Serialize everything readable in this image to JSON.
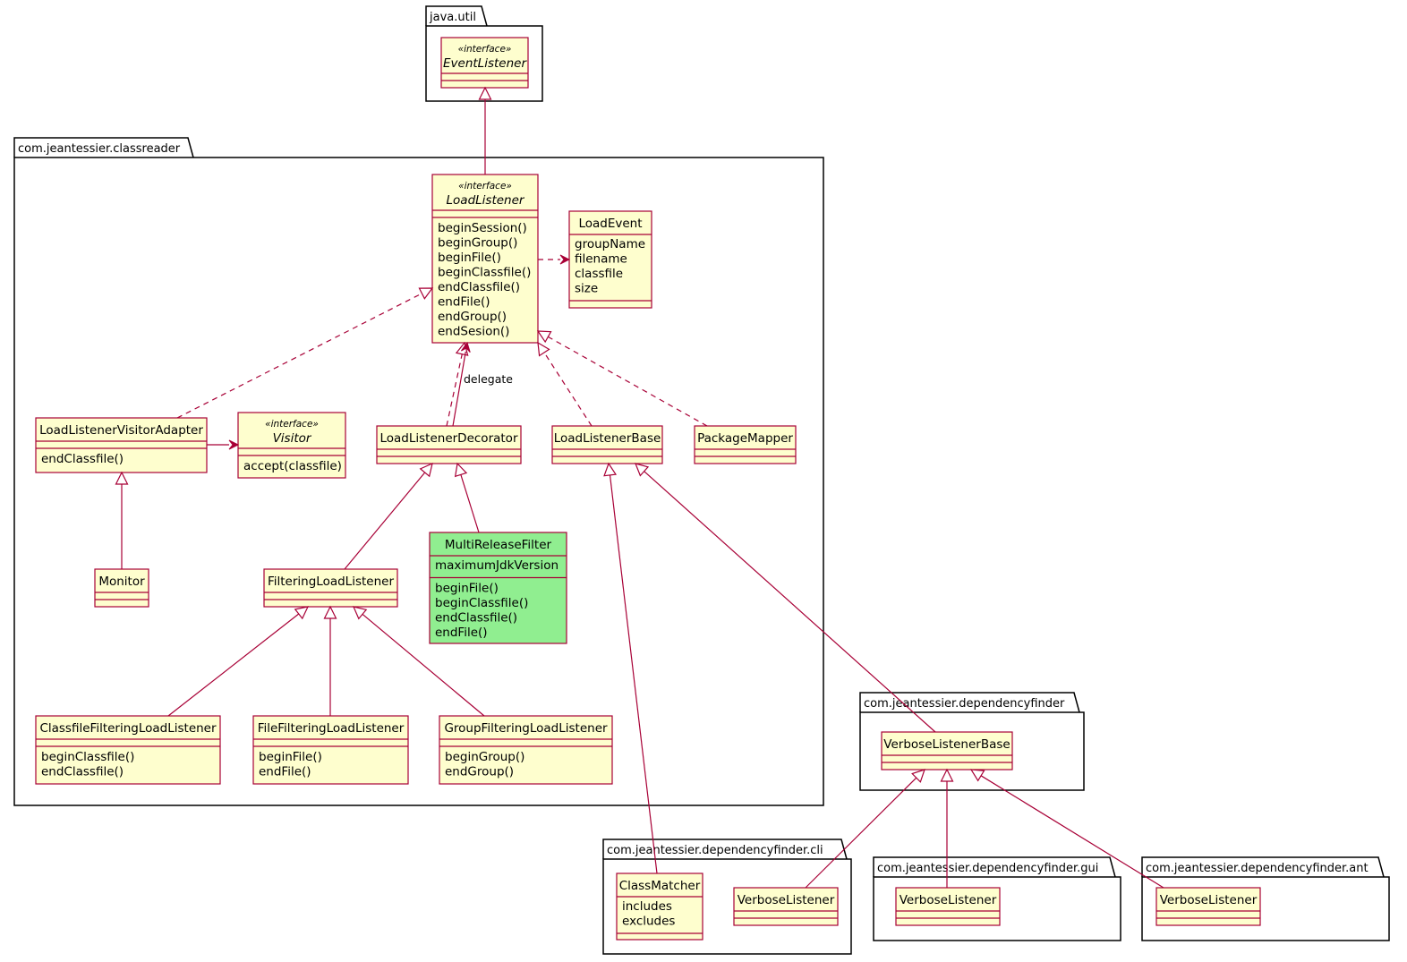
{
  "colors": {
    "class_fill": "#fefece",
    "highlight_fill": "#90ee90",
    "border": "#a80036",
    "package_border": "#000000"
  },
  "packages": [
    {
      "id": "java-util",
      "name": "java.util"
    },
    {
      "id": "classreader",
      "name": "com.jeantessier.classreader"
    },
    {
      "id": "dependencyfinder",
      "name": "com.jeantessier.dependencyfinder"
    },
    {
      "id": "cli",
      "name": "com.jeantessier.dependencyfinder.cli"
    },
    {
      "id": "gui",
      "name": "com.jeantessier.dependencyfinder.gui"
    },
    {
      "id": "ant",
      "name": "com.jeantessier.dependencyfinder.ant"
    }
  ],
  "classes": [
    {
      "id": "event-listener",
      "name": "EventListener",
      "stereotype": "«interface»",
      "italic": true,
      "fields": [],
      "methods": []
    },
    {
      "id": "load-listener",
      "name": "LoadListener",
      "stereotype": "«interface»",
      "italic": true,
      "fields": [],
      "methods": [
        "beginSession()",
        "beginGroup()",
        "beginFile()",
        "beginClassfile()",
        "endClassfile()",
        "endFile()",
        "endGroup()",
        "endSesion()"
      ]
    },
    {
      "id": "load-event",
      "name": "LoadEvent",
      "fields": [
        "groupName",
        "filename",
        "classfile",
        "size"
      ],
      "methods": []
    },
    {
      "id": "visitor-adapter",
      "name": "LoadListenerVisitorAdapter",
      "fields": [],
      "methods": [
        "endClassfile()"
      ]
    },
    {
      "id": "visitor",
      "name": "Visitor",
      "stereotype": "«interface»",
      "italic": true,
      "fields": [],
      "methods": [
        "accept(classfile)"
      ]
    },
    {
      "id": "decorator",
      "name": "LoadListenerDecorator",
      "fields": [],
      "methods": []
    },
    {
      "id": "listener-base",
      "name": "LoadListenerBase",
      "fields": [],
      "methods": []
    },
    {
      "id": "package-mapper",
      "name": "PackageMapper",
      "fields": [],
      "methods": []
    },
    {
      "id": "monitor",
      "name": "Monitor",
      "fields": [],
      "methods": []
    },
    {
      "id": "filtering",
      "name": "FilteringLoadListener",
      "fields": [],
      "methods": []
    },
    {
      "id": "multi-release",
      "name": "MultiReleaseFilter",
      "highlight": true,
      "fields": [
        "maximumJdkVersion"
      ],
      "methods": [
        "beginFile()",
        "beginClassfile()",
        "endClassfile()",
        "endFile()"
      ]
    },
    {
      "id": "classfile-filtering",
      "name": "ClassfileFilteringLoadListener",
      "fields": [],
      "methods": [
        "beginClassfile()",
        "endClassfile()"
      ]
    },
    {
      "id": "file-filtering",
      "name": "FileFilteringLoadListener",
      "fields": [],
      "methods": [
        "beginFile()",
        "endFile()"
      ]
    },
    {
      "id": "group-filtering",
      "name": "GroupFilteringLoadListener",
      "fields": [],
      "methods": [
        "beginGroup()",
        "endGroup()"
      ]
    },
    {
      "id": "verbose-base",
      "name": "VerboseListenerBase",
      "fields": [],
      "methods": []
    },
    {
      "id": "class-matcher",
      "name": "ClassMatcher",
      "fields": [
        "includes",
        "excludes"
      ],
      "methods": []
    },
    {
      "id": "verbose-cli",
      "name": "VerboseListener",
      "fields": [],
      "methods": []
    },
    {
      "id": "verbose-gui",
      "name": "VerboseListener",
      "fields": [],
      "methods": []
    },
    {
      "id": "verbose-ant",
      "name": "VerboseListener",
      "fields": [],
      "methods": []
    }
  ],
  "relations": [
    {
      "id": "load-listener-extends-event-listener",
      "from": "load-listener",
      "to": "event-listener",
      "kind": "extends"
    },
    {
      "id": "load-listener-uses-load-event",
      "from": "load-listener",
      "to": "load-event",
      "kind": "dependency"
    },
    {
      "id": "visitor-adapter-implements-load-listener",
      "from": "visitor-adapter",
      "to": "load-listener",
      "kind": "implements"
    },
    {
      "id": "visitor-adapter-to-visitor",
      "from": "visitor-adapter",
      "to": "visitor",
      "kind": "association"
    },
    {
      "id": "decorator-implements-load-listener",
      "from": "decorator",
      "to": "load-listener",
      "kind": "implements"
    },
    {
      "id": "decorator-delegate",
      "from": "decorator",
      "to": "load-listener",
      "kind": "association",
      "label": "delegate"
    },
    {
      "id": "listener-base-implements-load-listener",
      "from": "listener-base",
      "to": "load-listener",
      "kind": "implements"
    },
    {
      "id": "package-mapper-implements-load-listener",
      "from": "package-mapper",
      "to": "load-listener",
      "kind": "implements"
    },
    {
      "id": "monitor-extends-visitor-adapter",
      "from": "monitor",
      "to": "visitor-adapter",
      "kind": "extends"
    },
    {
      "id": "filtering-extends-decorator",
      "from": "filtering",
      "to": "decorator",
      "kind": "extends"
    },
    {
      "id": "multi-release-extends-decorator",
      "from": "multi-release",
      "to": "decorator",
      "kind": "extends"
    },
    {
      "id": "classfile-filtering-extends-filtering",
      "from": "classfile-filtering",
      "to": "filtering",
      "kind": "extends"
    },
    {
      "id": "file-filtering-extends-filtering",
      "from": "file-filtering",
      "to": "filtering",
      "kind": "extends"
    },
    {
      "id": "group-filtering-extends-filtering",
      "from": "group-filtering",
      "to": "filtering",
      "kind": "extends"
    },
    {
      "id": "class-matcher-extends-listener-base",
      "from": "class-matcher",
      "to": "listener-base",
      "kind": "extends"
    },
    {
      "id": "verbose-base-extends-listener-base",
      "from": "verbose-base",
      "to": "listener-base",
      "kind": "extends"
    },
    {
      "id": "verbose-cli-extends-verbose-base",
      "from": "verbose-cli",
      "to": "verbose-base",
      "kind": "extends"
    },
    {
      "id": "verbose-gui-extends-verbose-base",
      "from": "verbose-gui",
      "to": "verbose-base",
      "kind": "extends"
    },
    {
      "id": "verbose-ant-extends-verbose-base",
      "from": "verbose-ant",
      "to": "verbose-base",
      "kind": "extends"
    }
  ]
}
